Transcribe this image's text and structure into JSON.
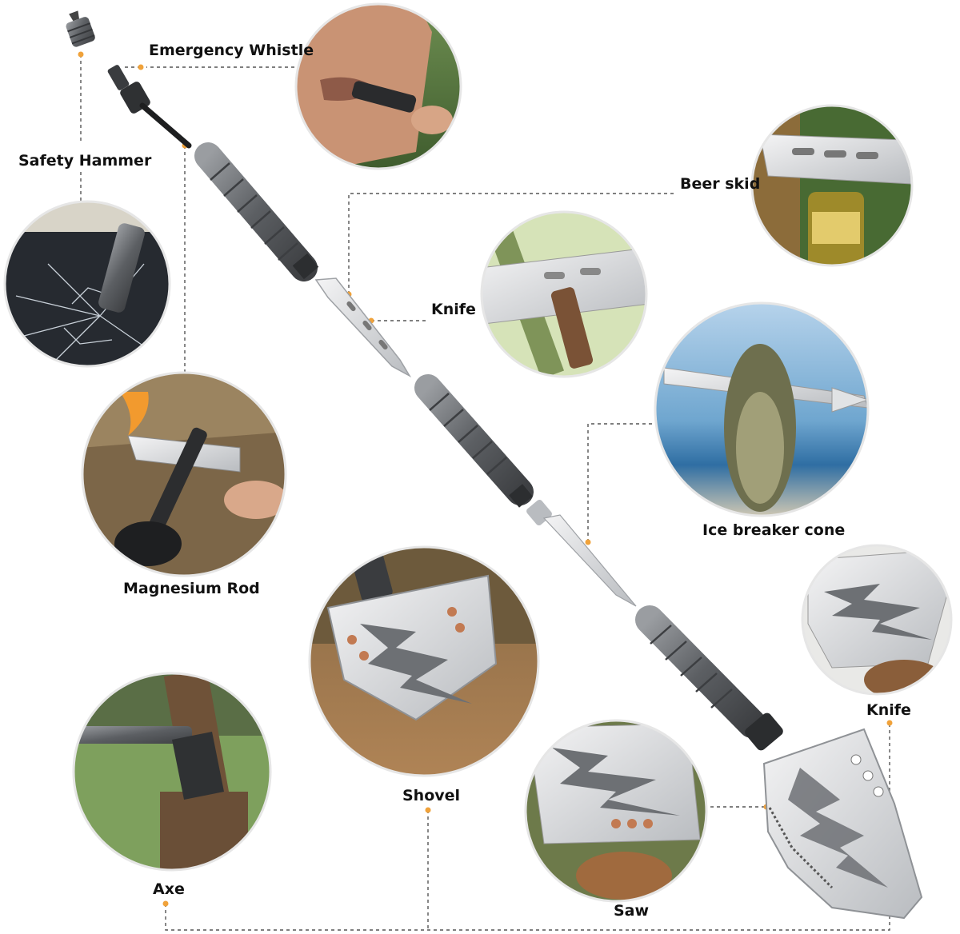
{
  "labels": {
    "emergency_whistle": "Emergency Whistle",
    "safety_hammer": "Safety Hammer",
    "beer_skid": "Beer skid",
    "knife_top": "Knife",
    "magnesium_rod": "Magnesium Rod",
    "ice_breaker_cone": "Ice breaker cone",
    "shovel": "Shovel",
    "knife_right": "Knife",
    "axe": "Axe",
    "saw": "Saw"
  },
  "colors": {
    "metal_dark": "#5c5f63",
    "metal_mid": "#8a8d91",
    "metal_light": "#d9dbdd",
    "accent_dot": "#f0a23a",
    "leader_line": "#555555",
    "circle_border": "#e6e6e6"
  }
}
